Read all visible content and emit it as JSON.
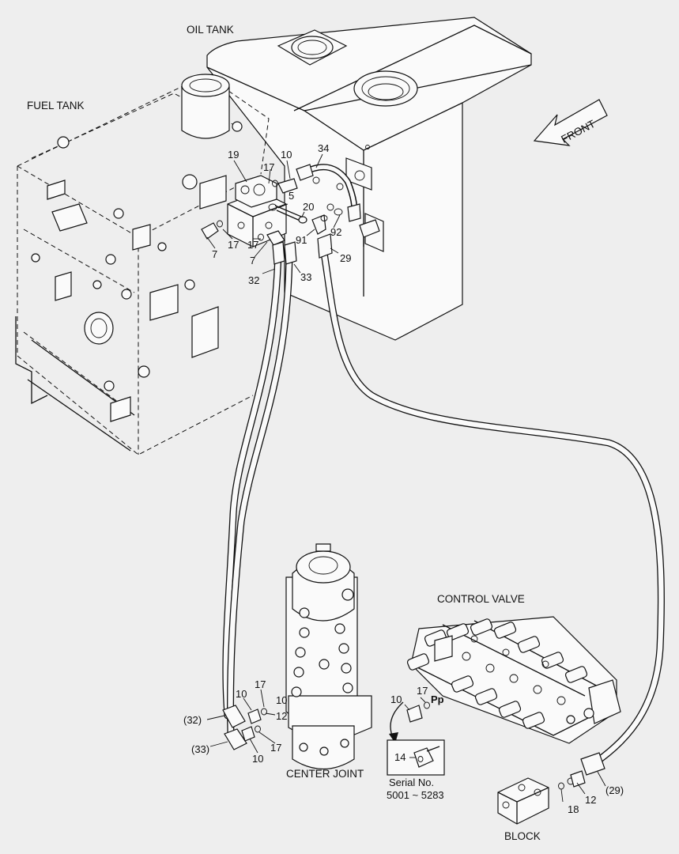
{
  "titles": {
    "oil_tank": "OIL TANK",
    "fuel_tank": "FUEL TANK",
    "front": "FRONT",
    "control_valve": "CONTROL VALVE",
    "center_joint": "CENTER JOINT",
    "block": "BLOCK"
  },
  "part_labels": {
    "p19": "19",
    "p17_top": "17",
    "p10_top": "10",
    "p34": "34",
    "p5": "5",
    "p20": "20",
    "p91": "91",
    "p92": "92",
    "p29": "29",
    "p7_a": "7",
    "p17_b": "17",
    "p17_c": "17",
    "p7_b": "7",
    "p32": "32",
    "p33": "33",
    "p10_cj_top": "10",
    "p17_cj_top": "17",
    "p10_cj_mid": "10",
    "p12_cj": "12",
    "p32_ref": "(32)",
    "p33_ref": "(33)",
    "p10_cj_bot": "10",
    "p17_cj_bot": "17",
    "p10_cv": "10",
    "p17_cv": "17",
    "pp": "Pp",
    "p14": "14",
    "p12_block": "12",
    "p18": "18",
    "p29_ref": "(29)"
  },
  "inset": {
    "serial_label": "Serial No.",
    "serial_range": "5001 ~ 5283"
  }
}
